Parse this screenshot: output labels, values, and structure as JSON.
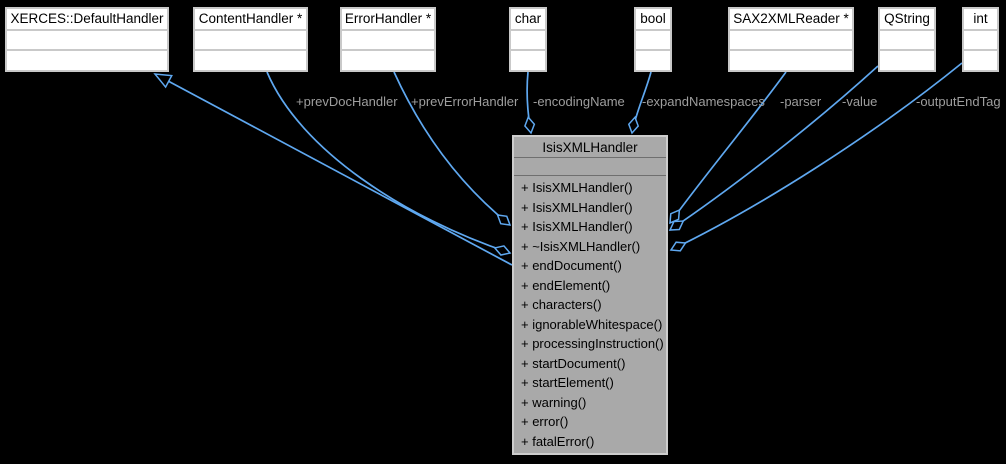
{
  "top_classes": [
    {
      "label": "XERCES::DefaultHandler"
    },
    {
      "label": "ContentHandler *"
    },
    {
      "label": "ErrorHandler *"
    },
    {
      "label": "char"
    },
    {
      "label": "bool"
    },
    {
      "label": "SAX2XMLReader *"
    },
    {
      "label": "QString"
    },
    {
      "label": "int"
    }
  ],
  "center_class": {
    "name": "IsisXMLHandler",
    "attributes": [],
    "methods": [
      "+ IsisXMLHandler()",
      "+ IsisXMLHandler()",
      "+ IsisXMLHandler()",
      "+ ~IsisXMLHandler()",
      "+ endDocument()",
      "+ endElement()",
      "+ characters()",
      "+ ignorableWhitespace()",
      "+ processingInstruction()",
      "+ startDocument()",
      "+ startElement()",
      "+ warning()",
      "+ error()",
      "+ fatalError()"
    ]
  },
  "edges": [
    {
      "label": "+prevDocHandler",
      "from": "ContentHandler *",
      "to": "IsisXMLHandler",
      "type": "aggregation"
    },
    {
      "label": "+prevErrorHandler",
      "from": "ErrorHandler *",
      "to": "IsisXMLHandler",
      "type": "aggregation"
    },
    {
      "label": "-encodingName",
      "from": "char",
      "to": "IsisXMLHandler",
      "type": "aggregation"
    },
    {
      "label": "-expandNamespaces",
      "from": "bool",
      "to": "IsisXMLHandler",
      "type": "aggregation"
    },
    {
      "label": "-parser",
      "from": "SAX2XMLReader *",
      "to": "IsisXMLHandler",
      "type": "aggregation"
    },
    {
      "label": "-value",
      "from": "QString",
      "to": "IsisXMLHandler",
      "type": "aggregation"
    },
    {
      "label": "-outputEndTag",
      "from": "int",
      "to": "IsisXMLHandler",
      "type": "aggregation"
    },
    {
      "label": "",
      "from": "IsisXMLHandler",
      "to": "XERCES::DefaultHandler",
      "type": "inheritance"
    }
  ],
  "colors": {
    "background": "#000000",
    "edge": "#5fa8f0",
    "node_fill": "#ffffff",
    "node_border": "#c9c9c9",
    "focus_node_fill": "#a9a9a9",
    "node_text": "#000000",
    "edge_label_text": "#9e9e9e"
  }
}
